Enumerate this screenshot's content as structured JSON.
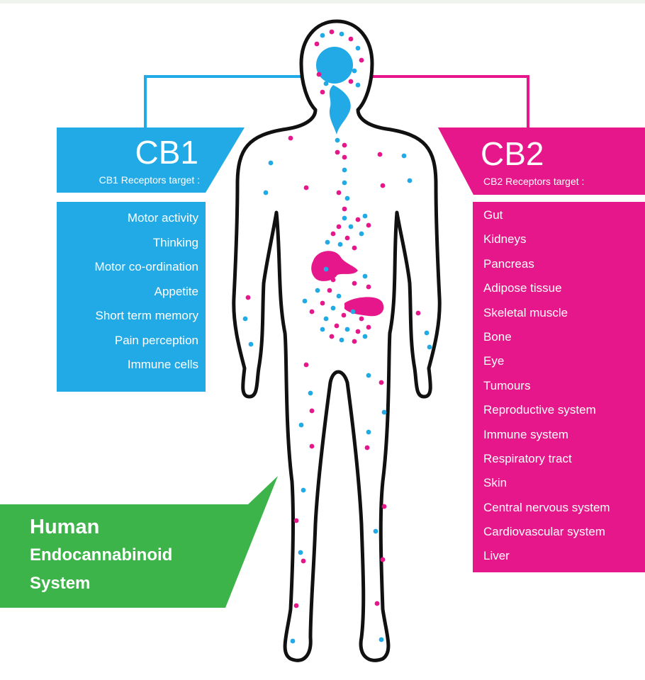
{
  "colors": {
    "cb1": "#22aae6",
    "cb2": "#e5178a",
    "green": "#3cb44a",
    "outline": "#111111"
  },
  "cb1": {
    "title": "CB1",
    "subtitle": "CB1 Receptors target :",
    "targets": [
      "Motor activity",
      "Thinking",
      "Motor co-ordination",
      "Appetite",
      "Short term memory",
      "Pain perception",
      "Immune cells"
    ]
  },
  "cb2": {
    "title": "CB2",
    "subtitle": "CB2 Receptors target :",
    "targets": [
      "Gut",
      "Kidneys",
      "Pancreas",
      "Adipose tissue",
      "Skeletal muscle",
      "Bone",
      "Eye",
      "Tumours",
      "Reproductive system",
      "Immune system",
      "Respiratory tract",
      "Skin",
      "Central nervous system",
      "Cardiovascular system",
      "Liver"
    ]
  },
  "system": {
    "line1": "Human",
    "line2": "Endocannabinoid",
    "line3": "System"
  }
}
